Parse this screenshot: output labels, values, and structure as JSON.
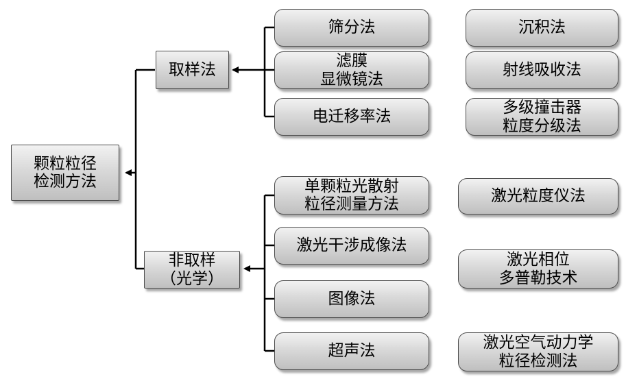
{
  "root": "颗粒粒径\n检测方法",
  "branches": {
    "sampling": {
      "label": "取样法",
      "methods": [
        "筛分法",
        "滤膜\n显微镜法",
        "电迁移率法"
      ]
    },
    "non_sampling": {
      "label": "非取样\n（光学）",
      "methods": [
        "单颗粒光散射\n粒径测量方法",
        "激光干涉成像法",
        "图像法",
        "超声法"
      ]
    }
  },
  "right_column": [
    "沉积法",
    "射线吸收法",
    "多级撞击器\n粒度分级法",
    "激光粒度仪法",
    "激光相位\n多普勒技术",
    "激光空气动力学\n粒径检测法"
  ]
}
